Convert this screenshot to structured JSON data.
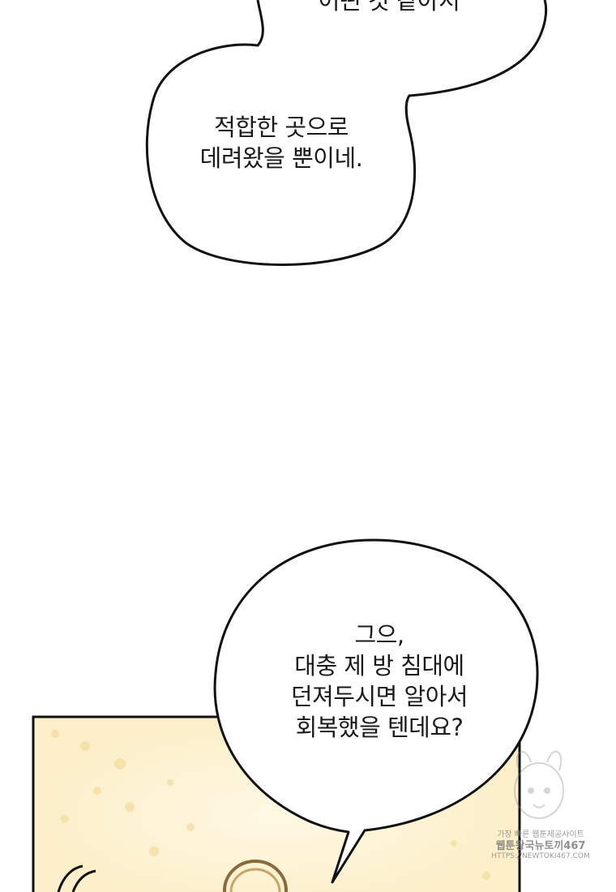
{
  "bubble_top_partial": {
    "line": "어떤 것 같아서"
  },
  "bubble_1": {
    "lines": [
      "적합한 곳으로",
      "데려왔을 뿐이네."
    ]
  },
  "bubble_2": {
    "lines": [
      "그으,",
      "대충 제 방 침대에",
      "던져두시면 알아서",
      "회복했을 텐데요?"
    ]
  },
  "watermark": {
    "line1": "가장 빠른 웹툰제공사이트",
    "line2": "웹툰왕국뉴토끼467",
    "line3": "HTTPS://NEWTOKI467.COM"
  },
  "colors": {
    "panel_bg": "#fdf3d6",
    "panel_border": "#111111",
    "bubble_fill": "#ffffff",
    "bubble_stroke": "#111111",
    "bokeh": "#f5dfa3"
  }
}
